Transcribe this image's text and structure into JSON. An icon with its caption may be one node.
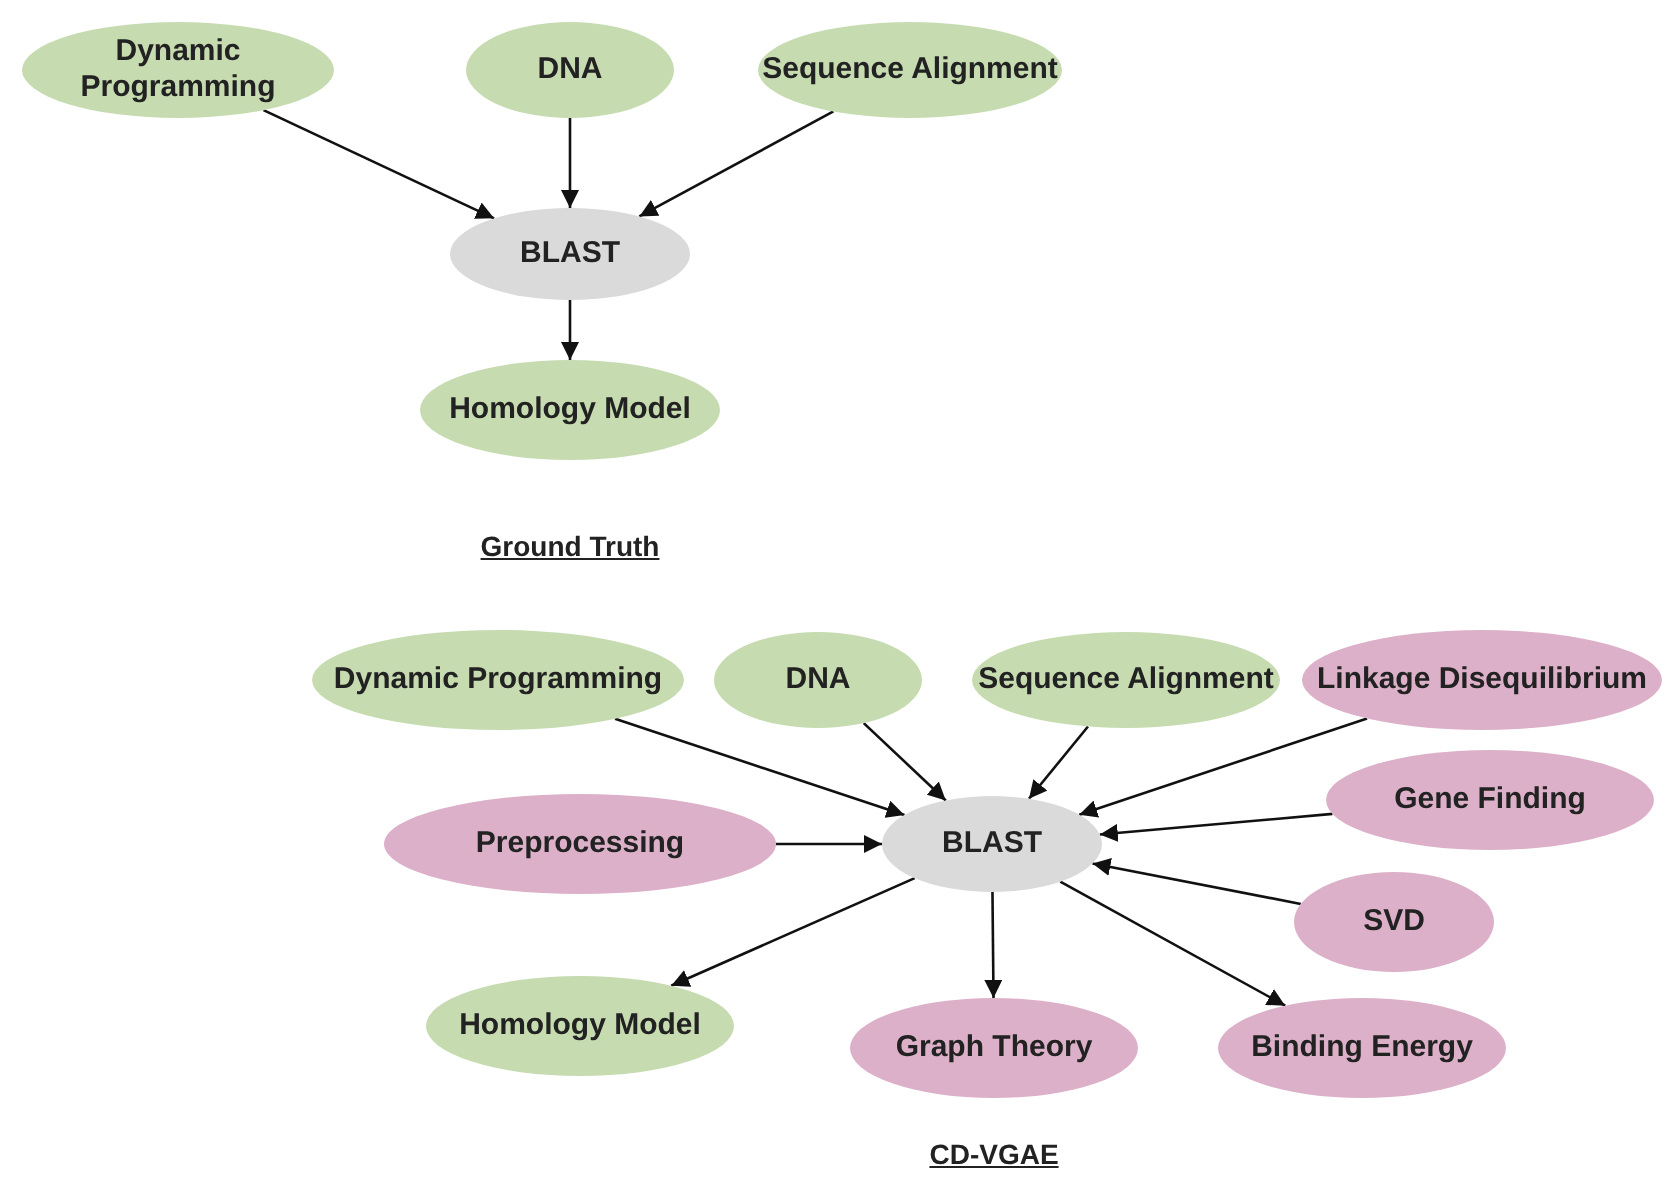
{
  "diagram": {
    "nodes": [
      {
        "text": [
          "Dynamic Programming"
        ]
      },
      {
        "text": [
          "DNA"
        ]
      },
      {
        "text": [
          "Sequence Alignment"
        ]
      },
      {
        "text": [
          "BLAST"
        ]
      },
      {
        "text": [
          "Homology Model"
        ]
      },
      {
        "text": [
          "Dynamic Programming"
        ]
      },
      {
        "text": [
          "DNA"
        ]
      },
      {
        "text": [
          "Sequence Alignment"
        ]
      },
      {
        "text": [
          "Linkage Disequilibrium"
        ]
      },
      {
        "text": [
          "Preprocessing"
        ]
      },
      {
        "text": [
          "BLAST"
        ]
      },
      {
        "text": [
          "Gene Finding"
        ]
      },
      {
        "text": [
          "SVD"
        ]
      },
      {
        "text": [
          "Homology Model"
        ]
      },
      {
        "text": [
          "Graph Theory"
        ]
      },
      {
        "text": [
          "Binding Energy"
        ]
      }
    ],
    "edges": [
      {
        "from": 0,
        "to": 3,
        "arrow": "to"
      },
      {
        "from": 1,
        "to": 3,
        "arrow": "to"
      },
      {
        "from": 2,
        "to": 3,
        "arrow": "to"
      },
      {
        "from": 3,
        "to": 4,
        "arrow": "to"
      },
      {
        "from": 5,
        "to": 10,
        "arrow": "to"
      },
      {
        "from": 6,
        "to": 10,
        "arrow": "to"
      },
      {
        "from": 7,
        "to": 10,
        "arrow": "to"
      },
      {
        "from": 8,
        "to": 10,
        "arrow": "to"
      },
      {
        "from": 9,
        "to": 10,
        "arrow": "to"
      },
      {
        "from": 11,
        "to": 10,
        "arrow": "to"
      },
      {
        "from": 12,
        "to": 10,
        "arrow": "to"
      },
      {
        "from": 10,
        "to": 13,
        "arrow": "to"
      },
      {
        "from": 10,
        "to": 14,
        "arrow": "to"
      },
      {
        "from": 10,
        "to": 15,
        "arrow": "to"
      }
    ],
    "labels": [
      "Ground Truth",
      "CD-VGAE"
    ]
  }
}
